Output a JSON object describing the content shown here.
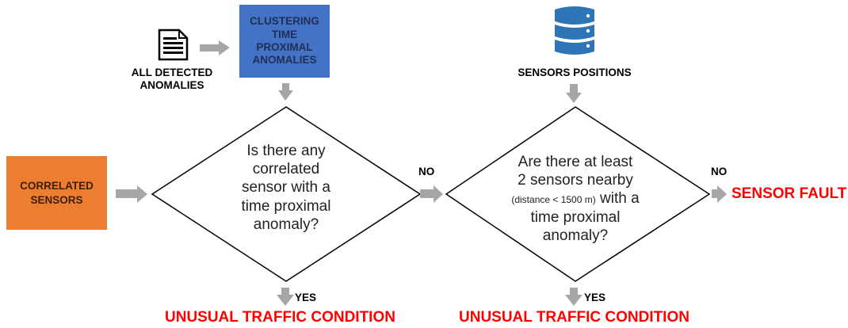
{
  "colors": {
    "blue_box": "#4472c4",
    "orange_box": "#ed7d31",
    "arrow": "#a6a6a6",
    "result_red": "#ff0000",
    "database": "#2e75b6"
  },
  "icons": {
    "document": "document-icon",
    "database": "database-icon"
  },
  "inputs": {
    "all_detected": [
      "ALL DETECTED",
      "ANOMALIES"
    ],
    "clustering": [
      "CLUSTERING",
      "TIME",
      "PROXIMAL",
      "ANOMALIES"
    ],
    "correlated": [
      "CORRELATED",
      "SENSORS"
    ],
    "sensor_positions": "SENSORS POSITIONS"
  },
  "decisions": {
    "first": [
      "Is there any",
      "correlated",
      "sensor with a",
      "time proximal",
      "anomaly?"
    ],
    "second": {
      "line1": "Are there at least",
      "line2": "2 sensors nearby",
      "line3_small": "(distance < 1500 m)",
      "line3_rest": " with a",
      "line4": "time proximal",
      "line5": "anomaly?"
    }
  },
  "branches": {
    "no": "NO",
    "yes": "YES"
  },
  "results": {
    "unusual_1": "UNUSUAL TRAFFIC CONDITION",
    "unusual_2": "UNUSUAL TRAFFIC CONDITION",
    "fault": "SENSOR FAULT"
  }
}
